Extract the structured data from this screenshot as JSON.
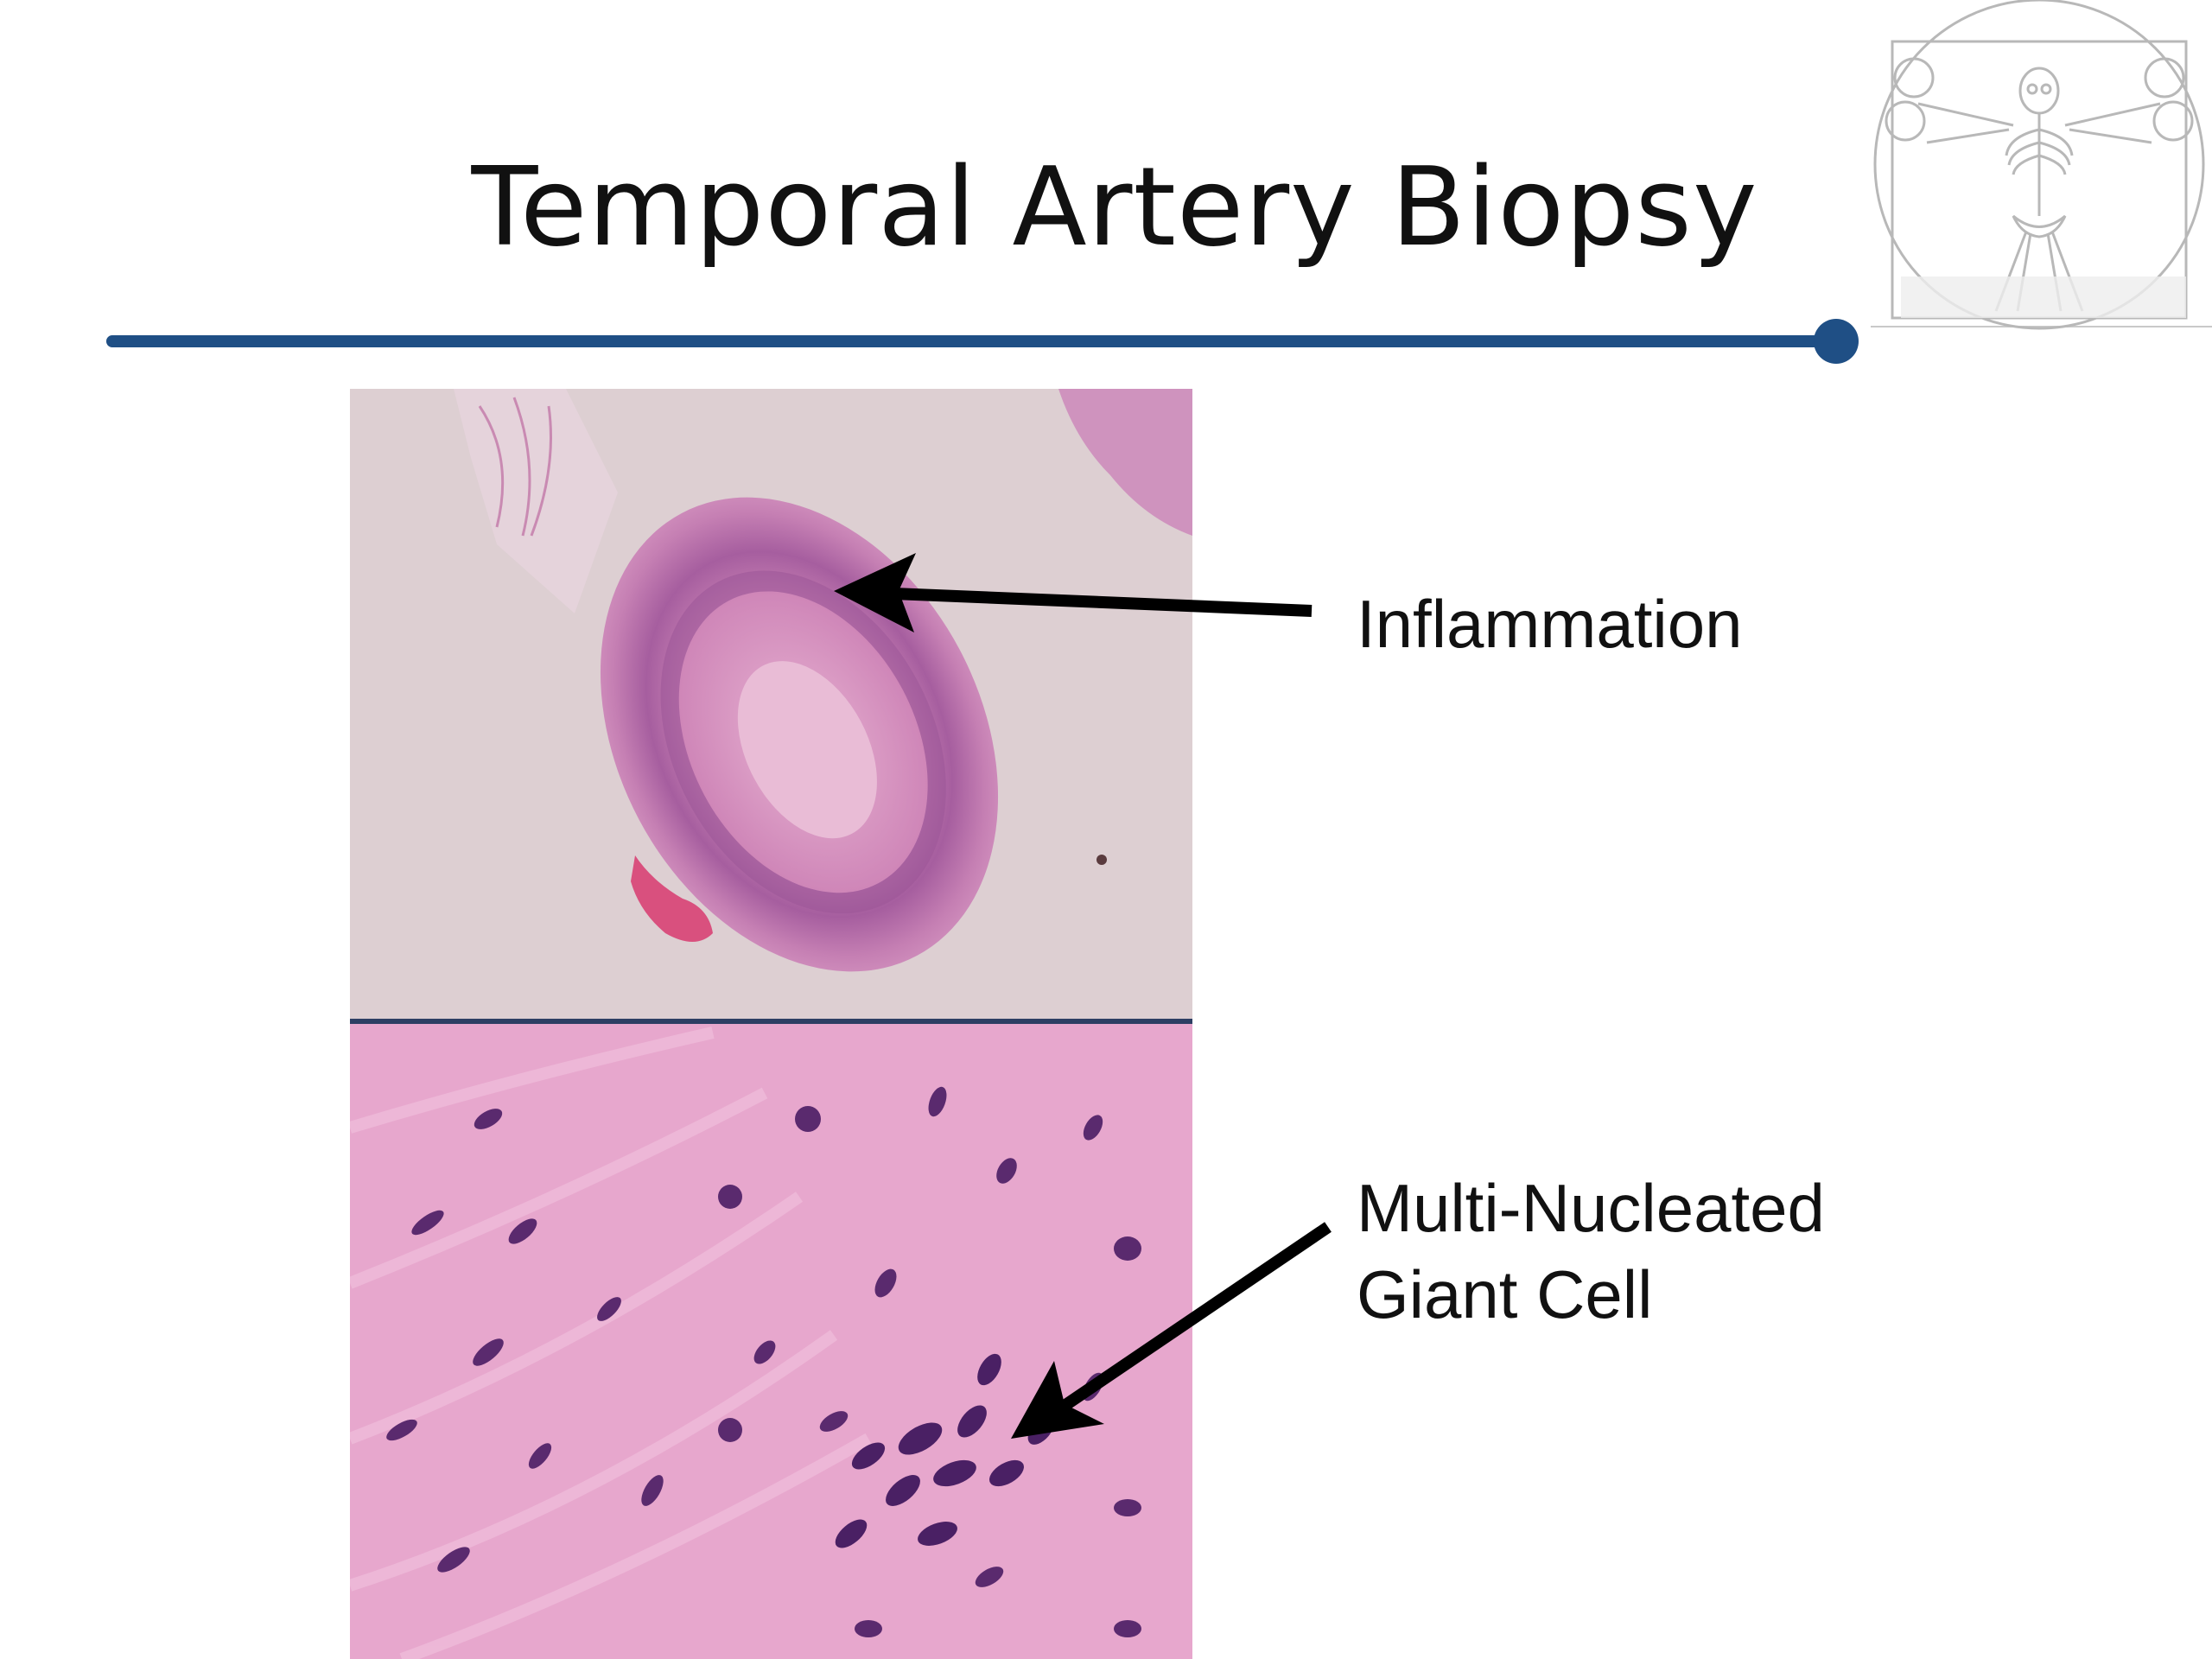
{
  "slide": {
    "title": "Temporal Artery Biopsy",
    "accent_color": "#1f4f85"
  },
  "annotations": {
    "inflammation": "Inflammation",
    "giant_cell_line1": "Multi-Nucleated",
    "giant_cell_line2": "Giant Cell"
  },
  "images": {
    "top": "low-power-histology-artery-cross-section",
    "bottom": "high-power-histology-giant-cell",
    "logo": "vitruvian-man-skeleton-logo"
  }
}
